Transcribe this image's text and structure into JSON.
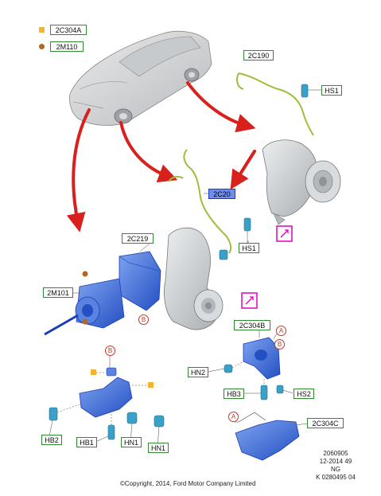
{
  "legend": [
    {
      "symbol": "square",
      "color": "#f2b233",
      "label": "2C304A"
    },
    {
      "symbol": "dot",
      "color": "#b5651d",
      "label": "2M110"
    }
  ],
  "labels": {
    "l_2c190": "2C190",
    "l_hs1_top": "HS1",
    "l_2c20": "2C20",
    "l_hs1_mid": "HS1",
    "l_2c219": "2C219",
    "l_2m101": "2M101",
    "l_2c304b": "2C304B",
    "l_hn2": "HN2",
    "l_hb3": "HB3",
    "l_hs2": "HS2",
    "l_hb2": "HB2",
    "l_hb1": "HB1",
    "l_hn1": "HN1",
    "l_2c304c": "2C304C"
  },
  "refs": {
    "r_b1": "B",
    "r_b2": "B",
    "r_a1": "A",
    "r_b3": "B",
    "r_a2": "A"
  },
  "part_code": [
    "2060905",
    "12-2014 49",
    "NG",
    "K 0280495 04"
  ],
  "copyright": "©Copyright, 2014, Ford Motor Company Limited",
  "colors": {
    "part_blue": "#3d6fd8",
    "label_green": "#2e8b2e",
    "arrow_red": "#d8201c",
    "sensor_green": "#9cbf3a",
    "magenta": "#e000c0",
    "metal_gray": "#cfd3d6"
  }
}
